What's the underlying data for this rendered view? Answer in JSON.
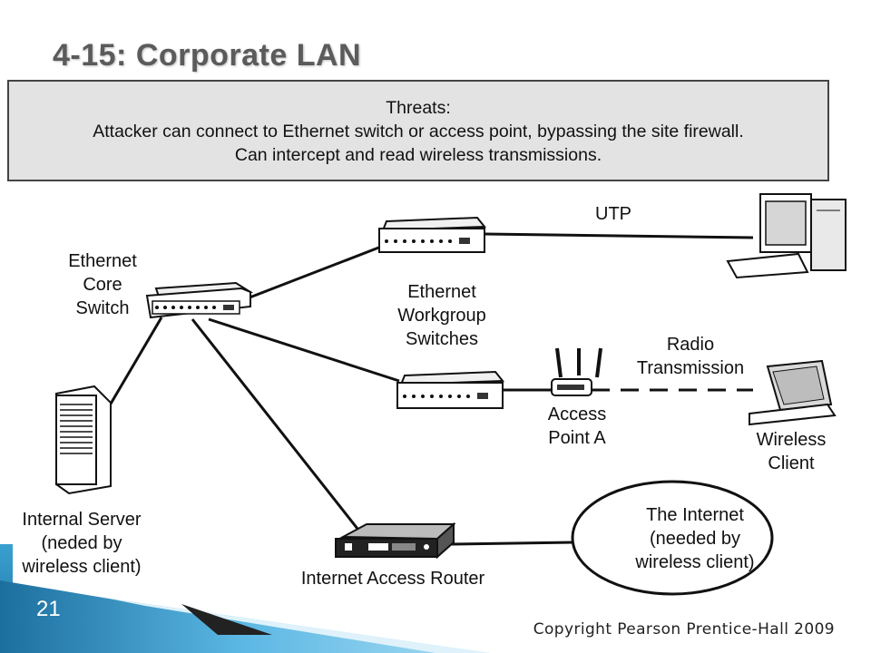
{
  "slide": {
    "title": "4-15: Corporate LAN",
    "number": "21",
    "copyright": "Copyright Pearson Prentice-Hall 2009"
  },
  "threats": {
    "heading": "Threats:",
    "line1": "Attacker can connect to Ethernet switch or access point, bypassing the site firewall.",
    "line2": "Can intercept and read wireless transmissions."
  },
  "diagram": {
    "core_switch": [
      "Ethernet",
      "Core",
      "Switch"
    ],
    "workgroup_switches": [
      "Ethernet",
      "Workgroup",
      "Switches"
    ],
    "utp": "UTP",
    "radio": [
      "Radio",
      "Transmission"
    ],
    "access_point": [
      "Access",
      "Point A"
    ],
    "wireless_client": [
      "Wireless",
      "Client"
    ],
    "internal_server": [
      "Internal Server",
      "(neded by",
      "wireless client)"
    ],
    "router": "Internet Access Router",
    "internet": [
      "The Internet",
      "(needed by",
      "wireless client)"
    ]
  },
  "colors": {
    "accent_blue": "#2a8cc4",
    "box_fill": "#e3e3e3"
  }
}
